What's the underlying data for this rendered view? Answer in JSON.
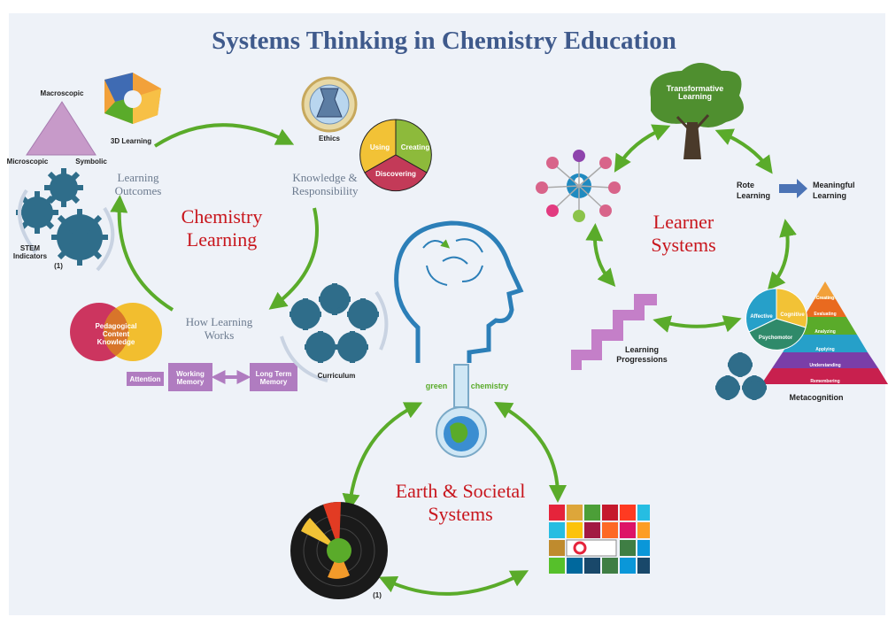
{
  "title": "Systems Thinking in Chemistry Education",
  "nodes": {
    "chemistry_learning": "Chemistry Learning",
    "learner_systems": "Learner Systems",
    "earth_societal_systems": "Earth & Societal Systems"
  },
  "chemistry": {
    "learning_outcomes": "Learning Outcomes",
    "knowledge_responsibility": "Knowledge & Responsibility",
    "how_learning_works": "How Learning Works",
    "macroscopic": "Macroscopic",
    "microscopic": "Microscopic",
    "symbolic": "Symbolic",
    "three_d_learning": "3D Learning",
    "ethics": "Ethics",
    "stem_indicators": "STEM Indicators",
    "ref_1": "(1)",
    "pck": "Pedagogical Content Knowledge",
    "attention": "Attention",
    "working_memory": "Working Memory",
    "long_term_memory": "Long Term Memory",
    "curriculum": "Curriculum",
    "pie": [
      "Using",
      "Creating",
      "Discovering"
    ]
  },
  "center": {
    "green": "green",
    "chemistry": "chemistry"
  },
  "learner": {
    "transformative_learning": "Transformative Learning",
    "rote_learning": "Rote Learning",
    "meaningful_learning": "Meaningful Learning",
    "learning_progressions": "Learning Progressions",
    "metacognition": "Metacognition",
    "domains": [
      "Affective",
      "Cognitive",
      "Psychomotor"
    ],
    "pyramid": [
      "Creating",
      "Evaluating",
      "Analyzing",
      "Applying",
      "Understanding",
      "Remembering"
    ]
  },
  "earth": {
    "ref_1": "(1)"
  },
  "colors": {
    "arrow": "#5aab2a",
    "title": "#3f5a8c",
    "node": "#c8161d",
    "gear": "#2f6d8a",
    "purple": "#b07cc0"
  }
}
